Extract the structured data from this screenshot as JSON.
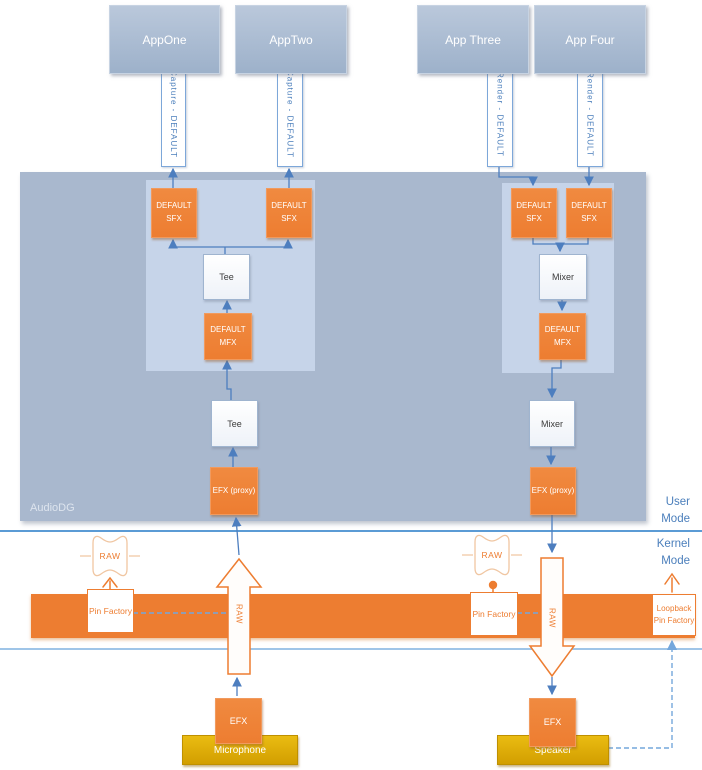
{
  "apps": [
    {
      "label": "AppOne",
      "stream": "Capture - DEFAULT"
    },
    {
      "label": "AppTwo",
      "stream": "Capture - DEFAULT"
    },
    {
      "label": "App Three",
      "stream": "Render - DEFAULT"
    },
    {
      "label": "App Four",
      "stream": "Render - DEFAULT"
    }
  ],
  "audiodg": {
    "label": "AudioDG",
    "capture_pipeline": {
      "sfx1": "DEFAULT SFX",
      "sfx2": "DEFAULT SFX",
      "tee_inner": "Tee",
      "mfx": "DEFAULT MFX",
      "tee_outer": "Tee",
      "efx_proxy": "EFX (proxy)"
    },
    "render_pipeline": {
      "sfx1": "DEFAULT SFX",
      "sfx2": "DEFAULT SFX",
      "mixer_inner": "Mixer",
      "mfx": "DEFAULT MFX",
      "mixer_outer": "Mixer",
      "efx_proxy": "EFX (proxy)"
    }
  },
  "modes": {
    "user": "User Mode",
    "kernel": "Kernel Mode"
  },
  "kernel": {
    "raw_capture_callout": "RAW",
    "raw_render_callout": "RAW",
    "pin_factory_capture": "Pin Factory",
    "pin_factory_render": "Pin Factory",
    "loopback_pin_factory": "Loopback Pin Factory",
    "raw_capture_arrow": "RAW",
    "raw_render_arrow": "RAW"
  },
  "devices": {
    "microphone": {
      "label": "Microphone",
      "efx": "EFX"
    },
    "speaker": {
      "label": "Speaker",
      "efx": "EFX"
    }
  },
  "colors": {
    "orange": "#ed7d31",
    "blue_connector": "#4d7ebf",
    "blue_dashed": "#74a7dc",
    "region_fill": "#a9b8ce",
    "panel_fill": "#c6d4e9",
    "gold": "#d29e00"
  }
}
